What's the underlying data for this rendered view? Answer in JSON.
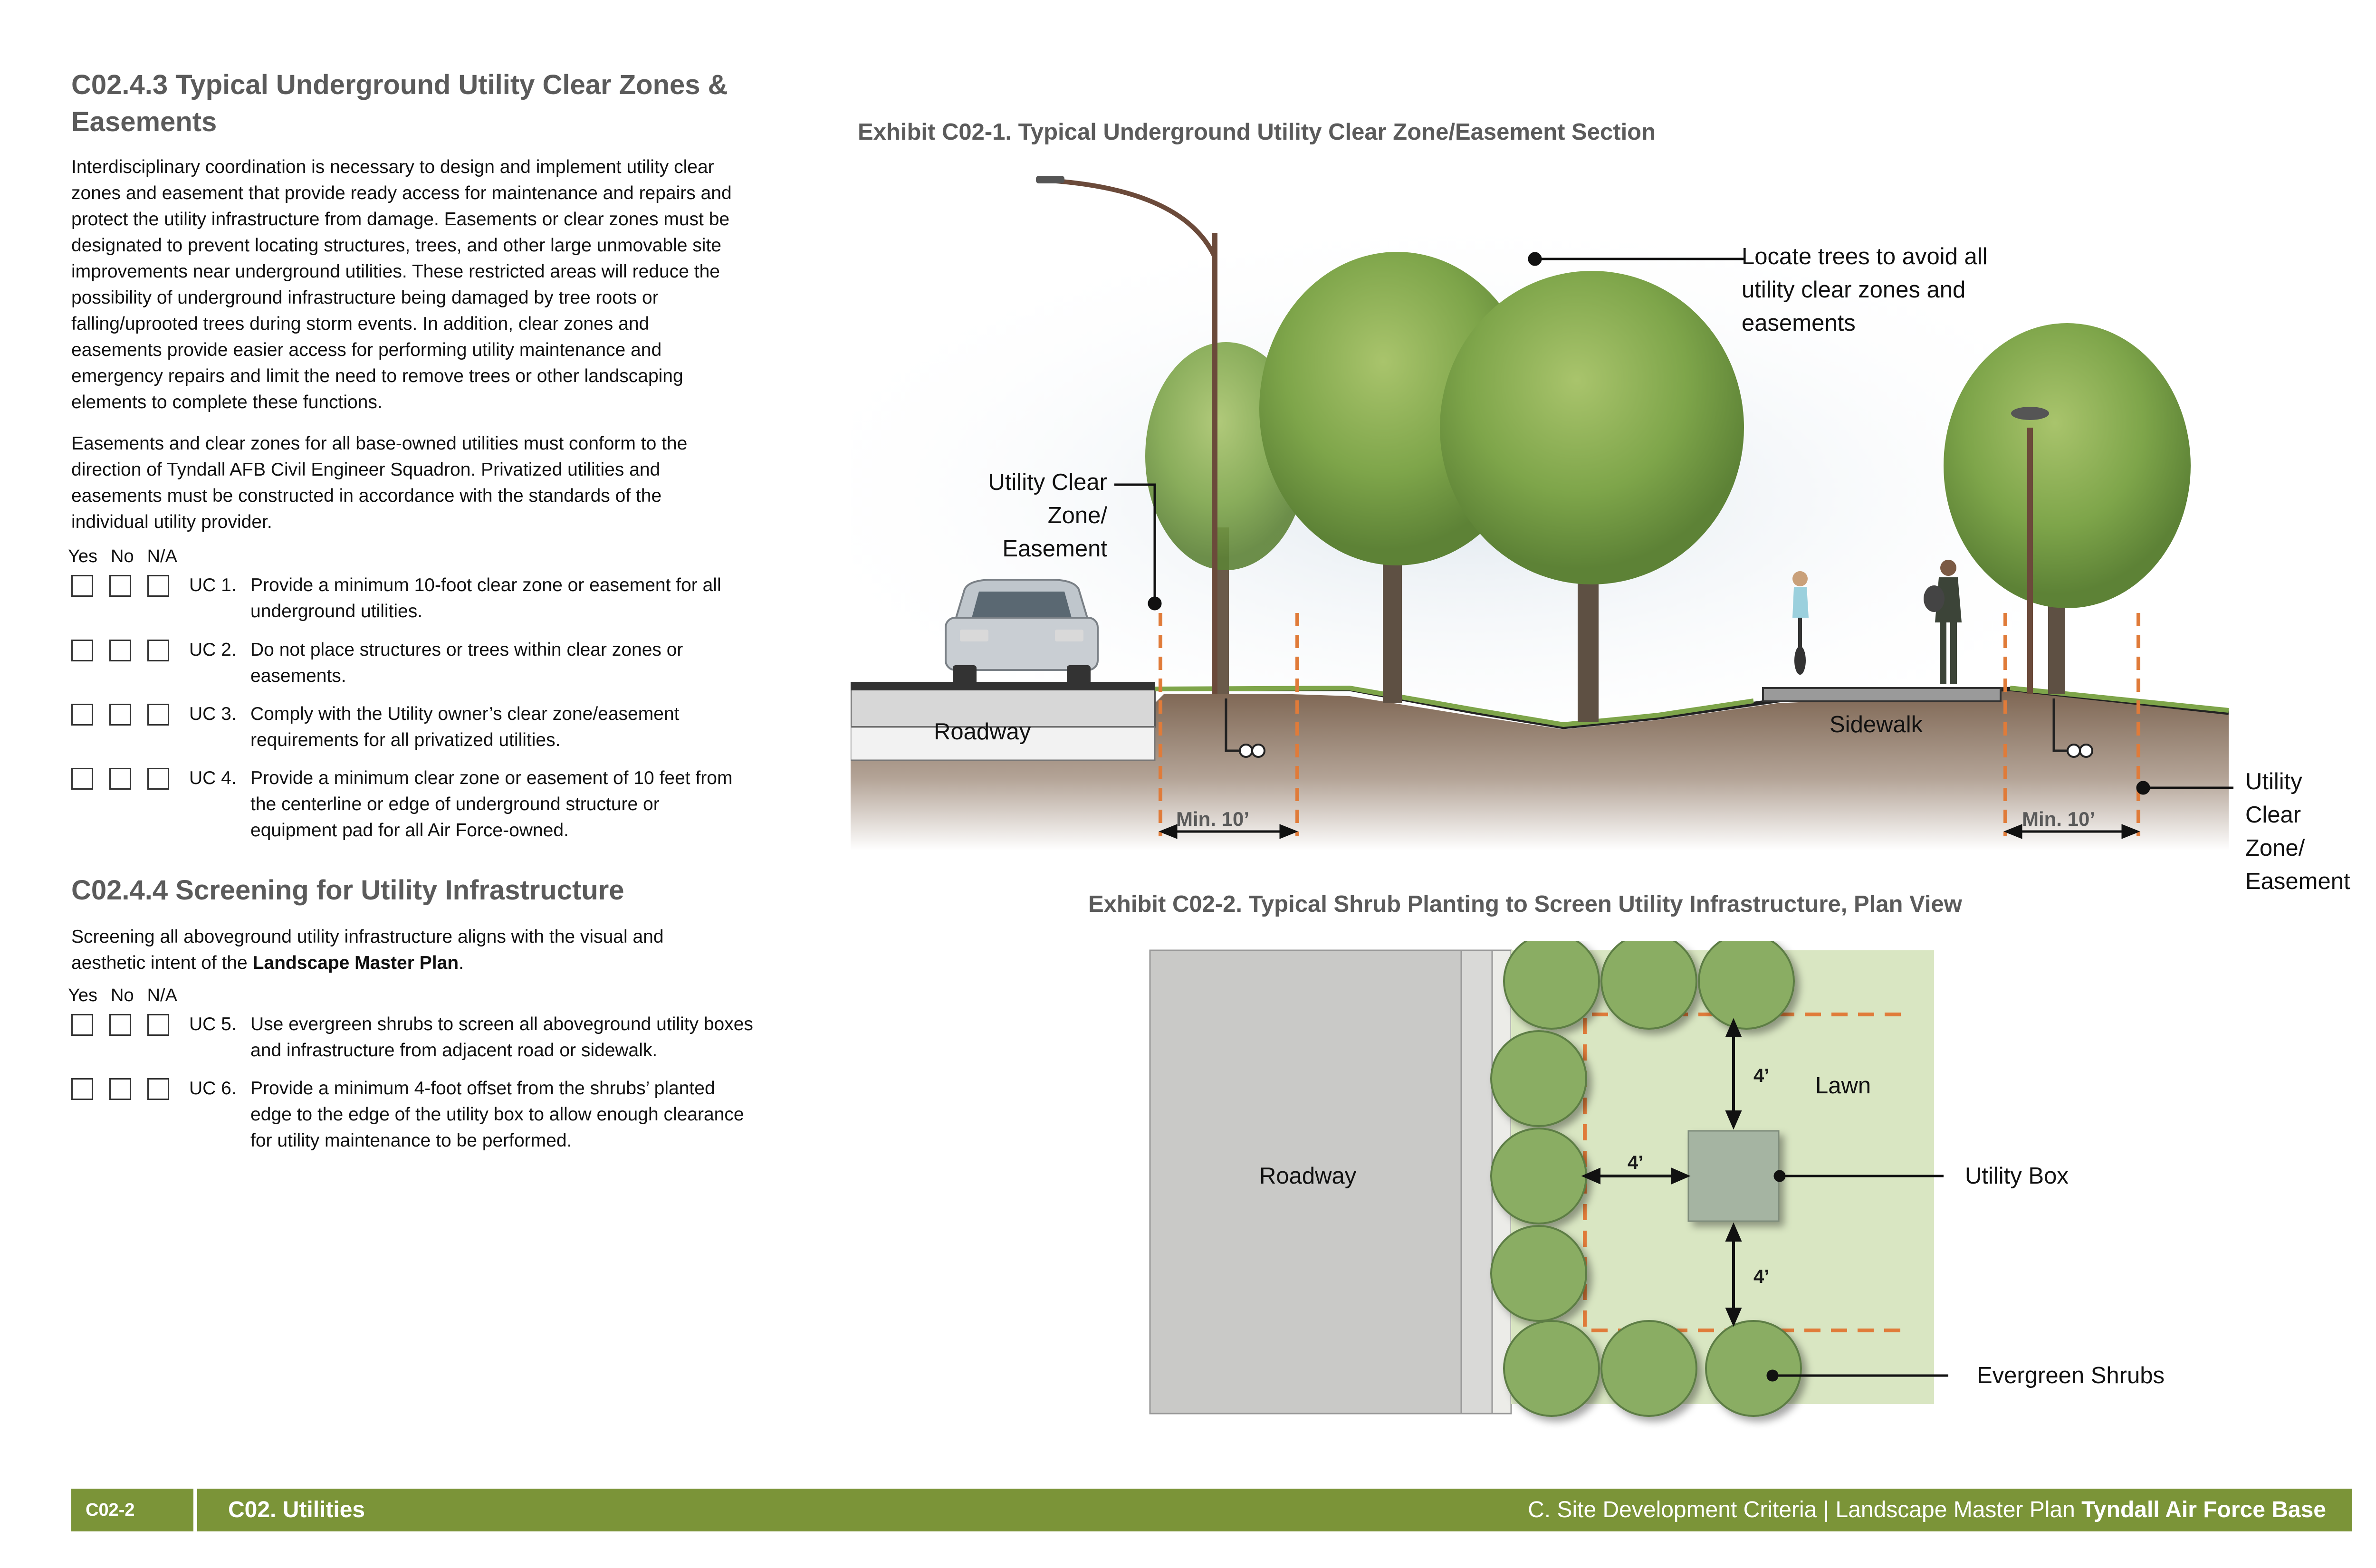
{
  "section1": {
    "heading_line1": "C02.4.3 Typical Underground Utility Clear Zones &",
    "heading_line2": "Easements",
    "para1": [
      "Interdisciplinary coordination is necessary to design and implement utility clear",
      "zones and easement that provide ready access for maintenance and repairs and",
      "protect the utility infrastructure from damage. Easements or clear zones must be",
      "designated to prevent locating structures, trees, and other large unmovable site",
      "improvements near underground utilities. These restricted areas will reduce the",
      "possibility of underground infrastructure being damaged by tree roots or",
      "falling/uprooted trees during storm events. In addition, clear zones and",
      "easements provide easier access for performing utility maintenance and",
      "emergency repairs and limit the need to remove trees or other landscaping",
      "elements to complete these functions."
    ],
    "para2": [
      "Easements and clear zones for all base-owned utilities must conform to the",
      "direction of Tyndall AFB Civil Engineer Squadron. Privatized utilities and",
      "easements must be constructed in accordance with the standards of the",
      "individual utility provider."
    ],
    "checklist_header": {
      "yes": "Yes",
      "no": "No",
      "na": "N/A"
    },
    "items": [
      {
        "code": "UC 1.",
        "lines": [
          "Provide a minimum 10-foot clear zone or easement for all",
          "underground utilities."
        ]
      },
      {
        "code": "UC 2.",
        "lines": [
          "Do not place structures or trees within clear zones or",
          "easements."
        ]
      },
      {
        "code": "UC 3.",
        "lines": [
          "Comply with the Utility owner’s clear zone/easement",
          "requirements for all privatized utilities."
        ]
      },
      {
        "code": "UC 4.",
        "lines": [
          "Provide a minimum clear zone or easement of 10 feet from",
          "the centerline or edge of underground structure or",
          "equipment pad for all Air Force-owned."
        ]
      }
    ]
  },
  "section2": {
    "heading": "C02.4.4  Screening for Utility Infrastructure",
    "para_line1": "Screening all aboveground utility infrastructure aligns with the visual and",
    "para_line2_prefix": "aesthetic intent of the ",
    "para_line2_bold": "Landscape Master Plan",
    "para_line2_suffix": ".",
    "checklist_header": {
      "yes": "Yes",
      "no": "No",
      "na": "N/A"
    },
    "items": [
      {
        "code": "UC 5.",
        "lines": [
          "Use evergreen shrubs to screen all aboveground utility boxes",
          "and infrastructure from adjacent road or sidewalk."
        ]
      },
      {
        "code": "UC 6.",
        "lines": [
          "Provide a minimum 4-foot offset from the shrubs’ planted",
          "edge to the edge of the utility box to allow enough clearance",
          "for utility maintenance to be performed."
        ]
      }
    ]
  },
  "exhibit1": {
    "title": "Exhibit C02-1. Typical Underground Utility Clear Zone/Easement Section",
    "trees_callout": [
      "Locate trees to avoid all",
      "utility clear zones and",
      "easements"
    ],
    "left_callout": [
      "Utility Clear",
      "Zone/",
      "Easement"
    ],
    "right_callout": [
      "Utility",
      "Clear",
      "Zone/",
      "Easement"
    ],
    "roadway": "Roadway",
    "sidewalk": "Sidewalk",
    "dim_left": "Min. 10’",
    "dim_right": "Min. 10’"
  },
  "exhibit2": {
    "title": "Exhibit C02-2. Typical Shrub Planting to Screen Utility Infrastructure, Plan View",
    "roadway": "Roadway",
    "lawn": "Lawn",
    "utility_box": "Utility Box",
    "evergreen_shrubs": "Evergreen Shrubs",
    "dim_top": "4’",
    "dim_left": "4’",
    "dim_bottom": "4’"
  },
  "footer": {
    "page_number": "C02-2",
    "section": "C02. Utilities",
    "right_part1": "C. Site Development Criteria",
    "separator": "|",
    "right_part2": "Landscape Master Plan",
    "right_part3": "Tyndall Air Force Base"
  },
  "colors": {
    "accent_green": "#7b9438",
    "dash_orange": "#e07b39",
    "shrub": "#8aad63",
    "lawn": "#d9e6c2"
  }
}
